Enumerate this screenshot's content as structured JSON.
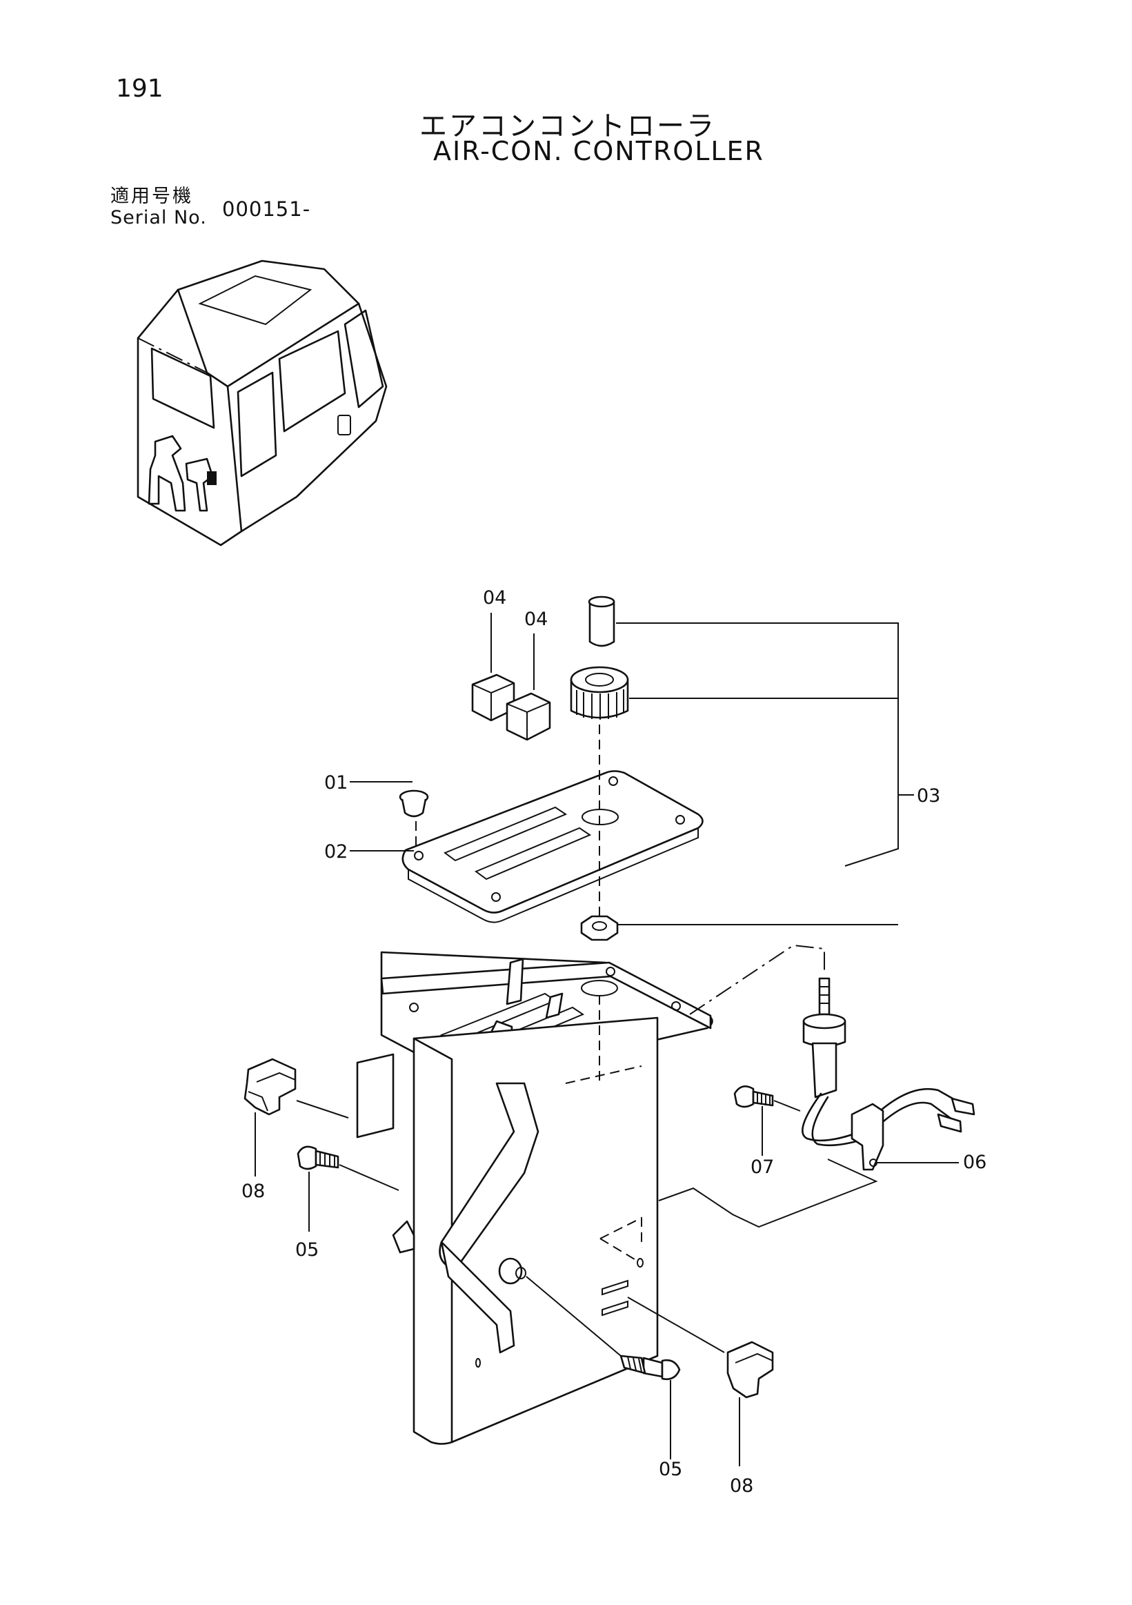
{
  "page": {
    "number": "191",
    "title_jp": "エアコンコントローラ",
    "title_en": "AIR-CON. CONTROLLER",
    "serial_label_jp": "適用号機",
    "serial_label_en": "Serial No.",
    "serial_value": "000151-"
  },
  "callouts": {
    "c01": "01",
    "c02": "02",
    "c03": "03",
    "c04a": "04",
    "c04b": "04",
    "c05a": "05",
    "c05b": "05",
    "c06": "06",
    "c07": "07",
    "c08a": "08",
    "c08b": "08"
  }
}
